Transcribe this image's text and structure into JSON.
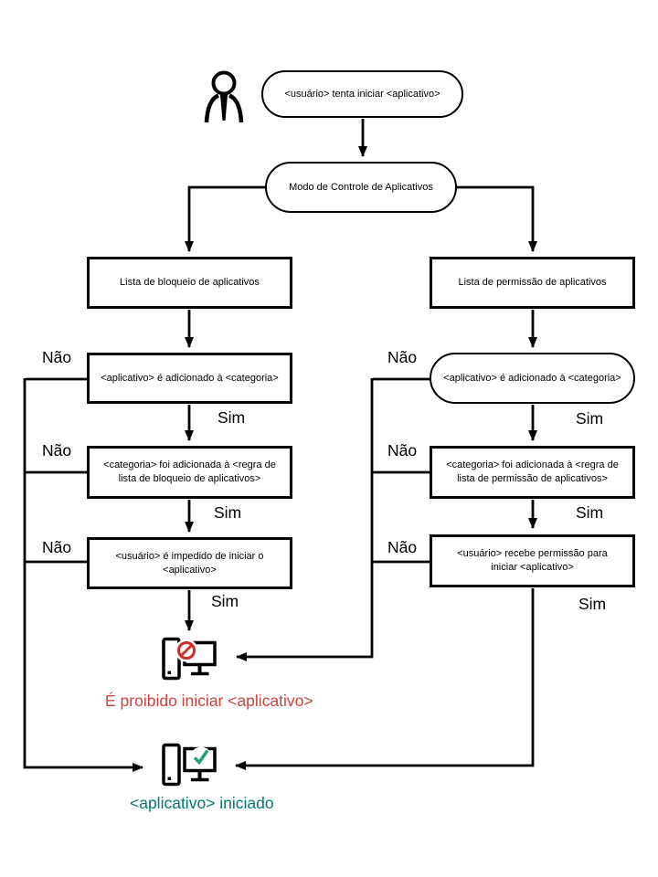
{
  "diagram": {
    "nodes": {
      "user_attempt": "<usuário> tenta iniciar <aplicativo>",
      "control_mode": "Modo de Controle de Aplicativos",
      "blocklist": "Lista de bloqueio de aplicativos",
      "allowlist": "Lista de permissão de aplicativos",
      "left_category": "<aplicativo> é adicionado à <categoria>",
      "left_rule": "<categoria> foi adicionada à <regra de lista de bloqueio de aplicativos>",
      "left_blocked": "<usuário> é impedido de iniciar o <aplicativo>",
      "right_category": "<aplicativo> é adicionado à <categoria>",
      "right_rule": "<categoria> foi adicionada à <regra de lista de permissão de aplicativos>",
      "right_allowed": "<usuário> recebe permissão para iniciar <aplicativo>"
    },
    "labels": {
      "no": "Não",
      "yes": "Sim"
    },
    "outcomes": {
      "prohibited": "É proibido iniciar <aplicativo>",
      "started": "<aplicativo> iniciado"
    },
    "colors": {
      "line": "#000000",
      "prohibited_text_red": "#c9453e",
      "prohibition_sign_red": "#d12b29",
      "started_text_teal": "#00796e",
      "check_green": "#23a072"
    },
    "icons": [
      "user-icon",
      "computer-blocked-icon",
      "computer-started-icon"
    ]
  }
}
